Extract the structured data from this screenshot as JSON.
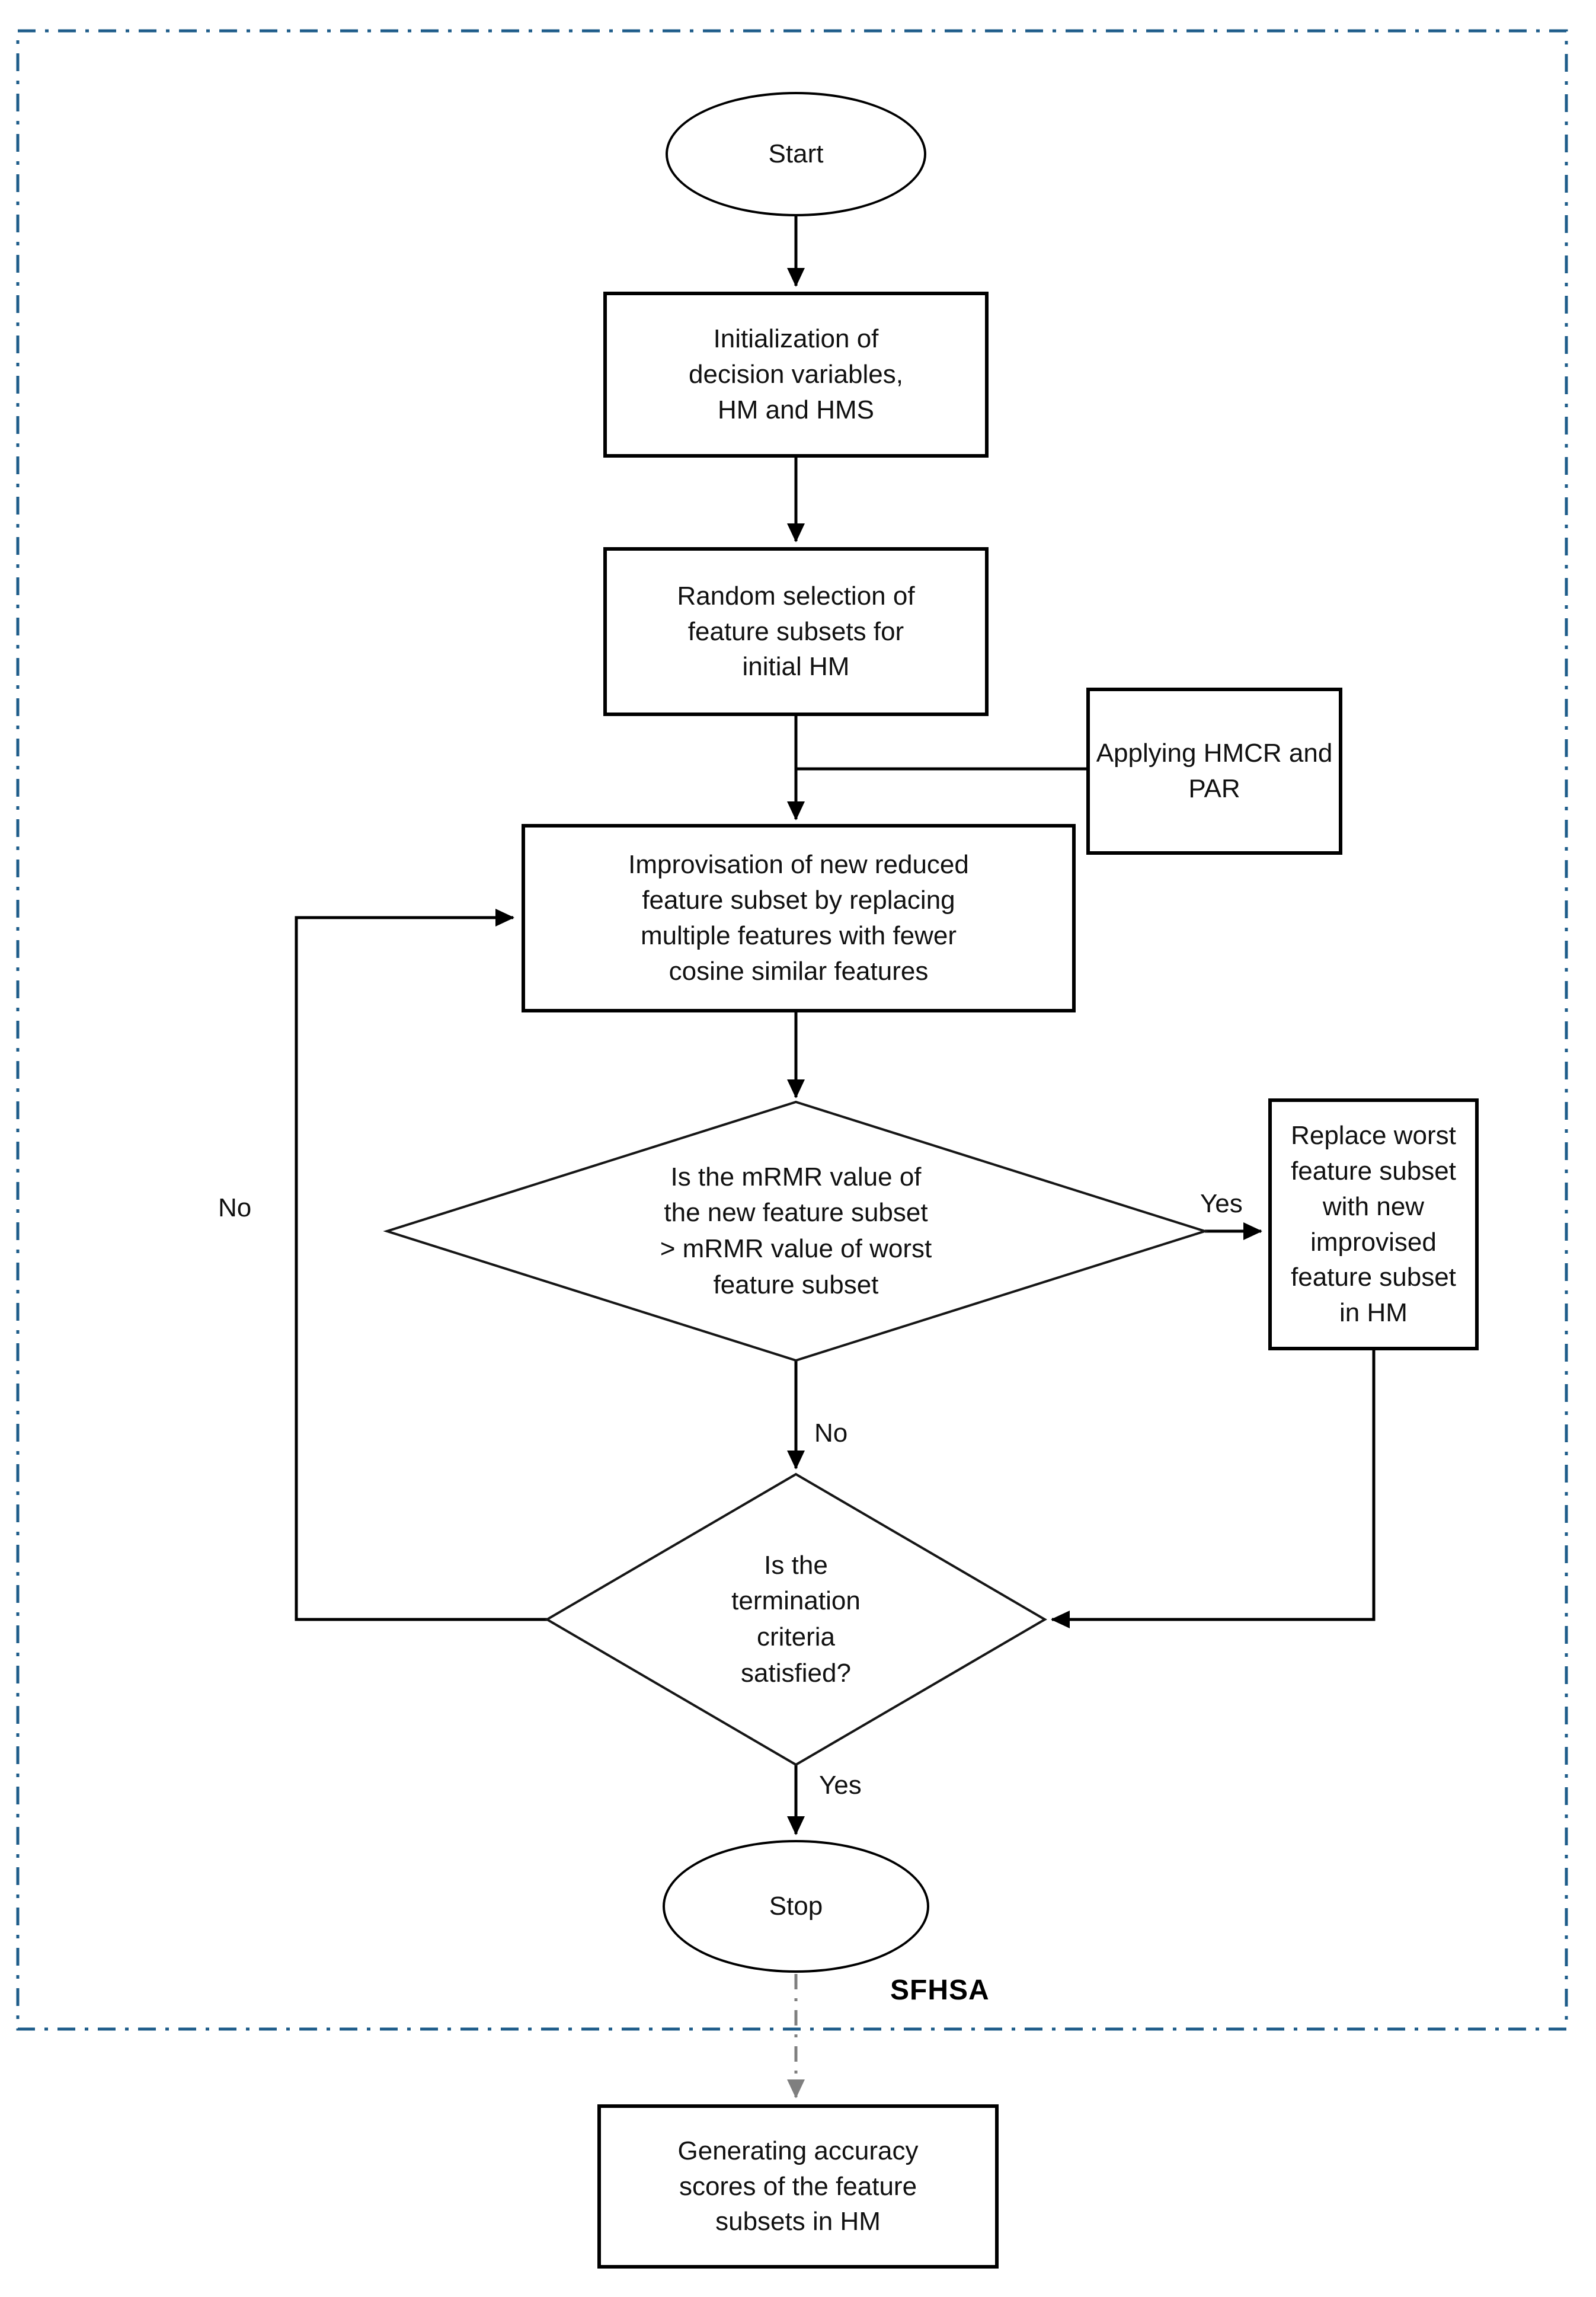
{
  "figure": {
    "algorithm_label": "SFHSA",
    "nodes": {
      "start": "Start",
      "initialization": "Initialization of\ndecision variables,\nHM and HMS",
      "random_selection": "Random selection of\nfeature subsets for\ninitial HM",
      "applying_hmcr_par": "Applying HMCR and\nPAR",
      "improvisation": "Improvisation of new reduced\nfeature subset by replacing\nmultiple features with fewer\ncosine similar features",
      "mrmr_decision": "Is the mRMR value of\nthe new feature subset\n> mRMR value of worst\nfeature subset",
      "replace_worst": "Replace worst\nfeature subset\nwith new\nimprovised\nfeature subset\nin HM",
      "termination_decision": "Is the\ntermination\ncriteria\nsatisfied?",
      "stop": "Stop",
      "generate_accuracy": "Generating accuracy\nscores of the feature\nsubsets in HM"
    },
    "edge_labels": {
      "mrmr_yes": "Yes",
      "mrmr_no": "No",
      "termination_no": "No",
      "termination_yes": "Yes"
    },
    "colors": {
      "boundary": "#1e5c8a",
      "line": "#000000",
      "gray_connector": "#7f7f7f",
      "text": "#111111",
      "background": "#ffffff"
    }
  }
}
